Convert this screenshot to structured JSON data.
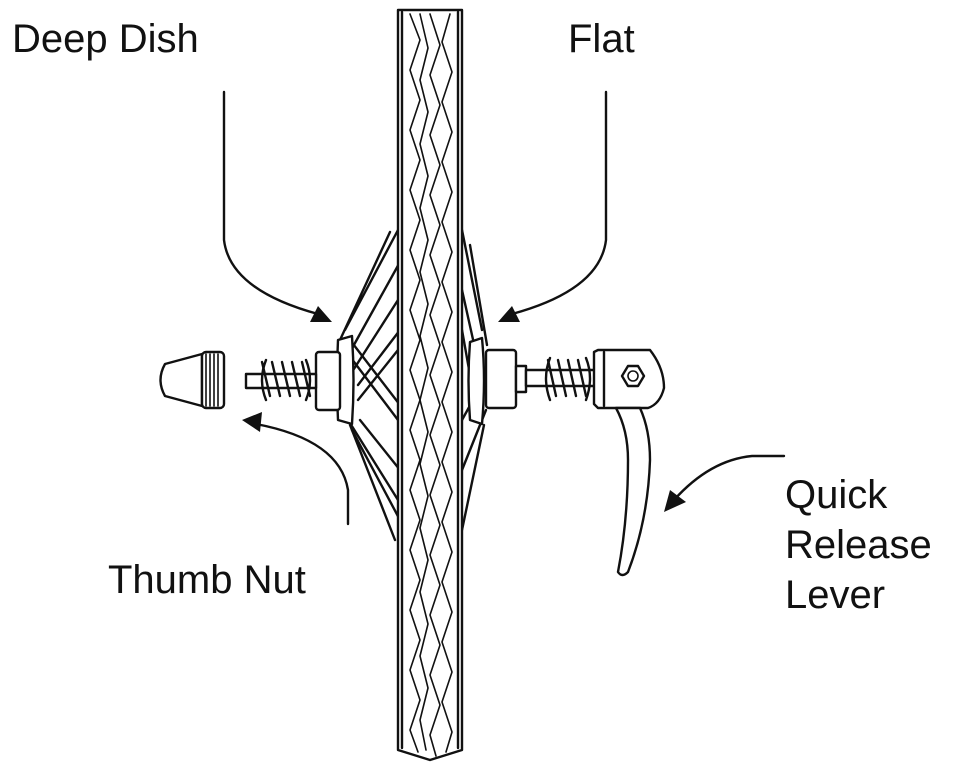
{
  "labels": {
    "deep_dish": "Deep Dish",
    "flat": "Flat",
    "thumb_nut": "Thumb Nut",
    "quick_release_lever": [
      "Quick",
      "Release",
      "Lever"
    ]
  },
  "colors": {
    "ink": "#111111",
    "background": "#ffffff"
  }
}
